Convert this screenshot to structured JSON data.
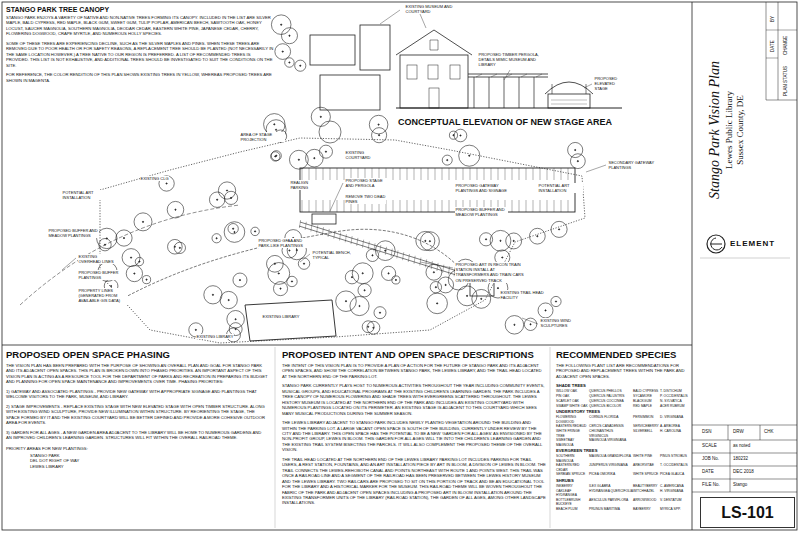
{
  "diagram": {
    "nodes": [
      {
        "text": [
          "Stango Park Vision Plan",
          "Lewes Public Library",
          "Sussex County, DE"
        ]
      },
      {
        "text": [
          "LS-101"
        ]
      }
    ],
    "labels": [
      "STANGO PARK TREE CANOPY",
      "STANGO PARK ENJOYS A VARIETY OF NATIVE AND NON-NATIVE TREES FORMING ITS CANOPY. INCLUDED IN THE LIST ARE SILVER MAPLE, BALD CYPRESS, RED MAPLE, BLACK GUM, SWEET GUM, TULIP POPLAR, AMERICAN BEECH, SAWTOOTH OAK, HONEY LOCUST, SAUCER MAGNOLIA, SOUTHERN MAGNOLIA, DEODAR CEDAR, EASTERN WHITE PINE, JAPANESE CEDAR, CHERRY, FLOWERING DOGWOOD, CRAPE MYRTLE, AND NUMEROUS HOLLY SPECIES.",
      "SOME OF THESE TREES ARE EXPERIENCING DECLINE, SUCH AS THE SILVER MAPLES AND PINES. WHEN THESE TREES ARE REMOVED DUE TO POOR HEALTH OR FOR SAFETY REASONS, A REPLACEMENT TREE SHOULD BE PLANTED (NOT NECESSARILY IN THE SAME LOCATION HOWEVER.) A TREE NATIVE TO OUR REGION IS PREFERRED. A LIST OF RECOMMENDED TREES IS PROVIDED. THIS LIST IS NOT EXHAUSTIVE, AND ADDITIONAL TREES SHOULD BE INVESTIGATED TO SUIT THE CONDITIONS ON THE SITE.",
      "FOR REFERENCE, THE COLOR RENDITION OF THIS PLAN SHOWS EXISTING TREES IN YELLOW, WHEREAS PROPOSED TREES ARE SHOWN IN MAGENTA.",
      "EXISTING MUSEUM AND COURTYARD",
      "PROPOSED TIMBER PERGOLA, DETAILS MIMIC MUSEUM AND LIBRARY",
      "PROPOSED ELEVATED STAGE",
      "CONCEPTUAL ELEVATION OF NEW STAGE AREA",
      "AREA OF STAGE PROJECTION",
      "EXISTING COURTYARD",
      "EXISTING CLG",
      "REALIGN PARKING",
      "PROPOSED STAGE AND PERGOLA",
      "REMOVE TWO DEAD PINES",
      "PROPOSED GATEWAY PLANTINGS AND SIGNAGE",
      "POTENTIAL ART INSTALLATION",
      "SECONDARY GATEWAY PLANTINGS",
      "POTENTIAL ART INSTALLATION",
      "PROPOSED BUFFER AND MEADOW PLANTINGS",
      "PROPOSED BUFFER AND MEADOW PLANTINGS",
      "EXISTING OVERHEAD LINES",
      "PROPOSED BUFFER PLANTINGS",
      "PROPERTY LINES (GENERATED FROM AVAILABLE GIS DATA)",
      "PROPOSED GFAA AND PARK-LIKE PLANTINGS",
      "POTENTIAL BENCH, TYPICAL",
      "PROPOSED ART IN RECON TRAIN STATION INSTALL AT TRANSFORMERS AND TRAIN CARS ON PRESERVED TRACK",
      "EXISTING TRAIL HEAD FACILITY",
      "EXISTING LIBRARY",
      "EXISTING LIBRARY",
      "EXISTING WIND SCULPTURES",
      "PROPOSED OPEN SPACE PHASING",
      "THE VISION PLAN HAS BEEN PREPARED WITH THE PURPOSE OF SHOWING AN OVERALL PLAN AND GOAL FOR STANGO PARK AND ITS ADJACENT OPEN SPACES. THIS PLAN IS BROKEN DOWN INTO PHASED PRIORITIES. AN IMPORTANT ASPECT OF THIS VISION PLAN IS ACTING AS A RESOURCE TOOL FOR THE DEPARTMENT OF PARKS AND RECREATION IN PREPARING ITS BUDGET AND PLANNING FOR OPEN SPACE MAINTENANCE AND IMPROVEMENTS OVER TIME. PHASING PRIORITIES:",
      "1) GATEWAY AND ASSOCIATED PLANTINGS - PROVIDE NEW GATEWAY WITH APPROPRIATE SIGNAGE AND PLANTINGS THAT WELCOME VISITORS TO THE PARK, MUSEUM, AND LIBRARY.",
      "2) STAGE IMPROVEMENTS - REPLACE EXISTING STAGE WITH NEW ELEVATED STAGE WITH OPEN TIMBER STRUCTURE. ALONG WITH EXISTING WIND SCULPTURE, PROVIDE NEW ILLUMINATION WITHIN STRUCTURE. BY REORIENTING THE STAGE, THE SPACE FORMED BY IT AND THE EXISTING COURTYARD WILL BE BETTER DEFINED AND PROVIDE A MORE COHESIVE OUTDOOR AREA FOR EVENTS.",
      "3) GARDEN FOR ALL AGES - A NEW GARDEN AREA ADJACENT TO THE LIBRARY WILL BE HOME TO NUMEROUS GARDENS AND AN IMPROVED CHILDREN'S LEARNING GARDEN. STRUCTURES WILL FIT WITHIN THE OVERALL RAILROAD THEME.",
      "PRIORITY AREAS FOR NEW PLANTINGS:",
      "STANGO PARK",
      "DEL DOT RIGHT OF WAY",
      "LEWES LIBRARY",
      "PROPOSED INTENT AND OPEN SPACE DESCRIPTIONS",
      "THE INTENT OF THIS VISION PLAN IS TO PROVIDE A PLAN OF ACTION FOR THE FUTURE OF STANGO PARK AND ITS ADJACENT OPEN SPACES, AND SHOW THE CORRELATION BETWEEN STANGO PARK, THE LEWES LIBRARY, AND THE TRAIL HEAD LOCATED AT THE NORTHERN END OF THE PARKING LOT.",
      "STANGO PARK CURRENTLY PLAYS HOST TO NUMEROUS ACTIVITIES THROUGHOUT THE YEAR INCLUDING COMMUNITY EVENTS, MUSICAL GROUPS, AND EDUCATIONAL PROGRAMS AT THE EXISTING CHILDREN'S LEARNING GARDEN. THE PARK INCLUDES A TREE CANOPY OF NUMEROUS FLOWERING AND SHADE TREES WITH EVERGREENS SCATTERED THROUGHOUT. THE LEWES HISTORY MUSEUM IS LOCATED AT THE NORTHERN END OF THE PARK AND INCLUDES AN EXISTING COURTYARD WITH NUMEROUS PLANTINGS LOCATED ON ITS PERIMETER. AN EXISTING STAGE IS ADJACENT TO THIS COURTYARD WHICH SEES MANY MUSICAL PRODUCTIONS DURING THE SUMMER SEASON.",
      "THE LEWES LIBRARY ADJACENT TO STANGO PARK INCLUDES NEWLY PLANTED VEGETATION AROUND THE BUILDING AND WITHIN THE PARKING LOT. A LARGE VACANT OPEN SPACE IS SOUTH OF THE BUILDING, CURRENTLY UNDER REVIEW BY THE CITY AND THE LIBRARY. THIS OPEN SPACE HAS THE POTENTIAL TO BE A NEW 'GARDEN FOR ALL AGES' AS ENVISIONED BY THE NON-PROFIT GROUP, LEWES IN BLOOM. THIS GARDEN FOR ALL AGES WILL TIE INTO THE CHILDREN'S LEARNING GARDEN AND THE EXISTING TRAIL SYSTEM BISECTING THE PARCELS. IT WILL ALSO COMPLEMENT THE PROPOSED THEME OF THE OVERALL VISION.",
      "THE TRAIL HEAD LOCATED AT THE NORTHERN END OF THE LEWES LIBRARY PARKING LOT INCLUDES PARKING FOR TRAIL USERS, A REST STATION, FOUNTAINS, AND AN ART INSTALLATION PIECE BY ART IN BLOOM, A DIVISION OF LEWES IN BLOOM. THE TRAIL CONNECTS THE LEWES-REHOBOTH CANAL AND POINTS NORTHEAST WITH ROUTE 1 AND POINTS WEST. THIS TRAIL WAS ONCE A RAILROAD LINE AND A SEGMENT OF THE RAILROAD HAS BEEN PRESERVED BETWEEN THE LEWES HISTORY MUSEUM AND THE LEWES LIBRARY. TWO RAILCARS ARE PROPOSED TO SIT ON THIS PORTION OF TRACK AND BE AN EDUCATIONAL TOOL FOR THE LIBRARY AND A HISTORICAL MARKER FOR THE MUSEUM. THIS RAILROAD THEME WILL BE WOVEN THROUGHOUT THE FABRIC OF THE PARK AND ADJACENT OPEN SPACES INCLUDING A PROPOSED ART IN BLOOM INSTALLATION AROUND THE EXISTING TRANSFORMER UNITS OF THE LIBRARY (RAILROAD STATION), THE GARDEN OF ALL AGES, AMONG OTHER LANDSCAPE INSTALLATIONS.",
      "RECOMMENDED SPECIES",
      "THE FOLLOWING PLANT LIST ARE RECOMMENDATIONS FOR PROPOSED AND REPLACEMENT TREES WITHIN THE PARK AND ADJACENT OPEN SPACES.",
      "SHADE TREES",
      "WILLOW OAK",
      "QUERCUS PHELLOS",
      "BALD CYPRESS",
      "T. DISTICHUM",
      "PIN OAK",
      "QUERCUS PALUSTRIS",
      "SYCAMORE",
      "P. OCCIDENTALIS",
      "SCARLET OAK",
      "QUERCUS COCCINEA",
      "BLACKGUM",
      "N. SYLVATICA",
      "SWAMP WHITE OAK",
      "QUERCUS BICOLOR",
      "RED MAPLE",
      "ACER RUBRUM",
      "UNDERSTORY TREES",
      "FLOWERING DOGWOOD",
      "CORNUS FLORIDA",
      "PERSIMMON",
      "D. VIRGINIANA",
      "EASTERN REDBUD",
      "CERCIS CANADENSIS",
      "SERVICEBERRY",
      "A. ARBOREA",
      "WHITE FRINGE TREE",
      "CHIONANTHUS VIRGINICUS",
      "SILVERBELL",
      "H. CAROLINA",
      "SWEETBAY MAGNOLIA",
      "MAGNOLIA VIRGINIANA",
      "EVERGREEN TREES",
      "SOUTHERN MAGNOLIA",
      "MAGNOLIA GRANDIFLORA",
      "WHITE PINE",
      "PINUS STROBUS",
      "EASTERN RED CEDAR",
      "JUNIPERUS VIRGINIANA",
      "ARBORVITAE",
      "T. OCCIDENTALIS",
      "SERBIAN SPRUCE",
      "PICEA OMORIKA",
      "WHITE SPRUCE",
      "PICEA GLAUCA",
      "SHRUBS",
      "INKBERRY",
      "ILEX GLABRA",
      "BEAUTYBERRY",
      "C. AMERICANA",
      "OAKLEAF HYDRANGEA",
      "HYDRANGEA QUERCIFOLIA",
      "WITCHHAZEL",
      "H. VIRGINIANA",
      "BOTTLEBRUSH BUCKEYE",
      "AESCULUS PARVIFLORA",
      "ARROWWOOD",
      "V. DENTATUM",
      "BEACH PLUM",
      "PRUNUS MARITIMA",
      "BAYBERRY",
      "MYRICA SPP.",
      "ELEMENT",
      "BY",
      "DATE",
      "CHANGE",
      "PLAN STATUS",
      "DSN",
      "DRW",
      "CHK",
      "SCALE",
      "as noted",
      "JOB No.",
      "180232",
      "DATE",
      "DEC 2018",
      "FILE No.",
      "Stango"
    ]
  }
}
